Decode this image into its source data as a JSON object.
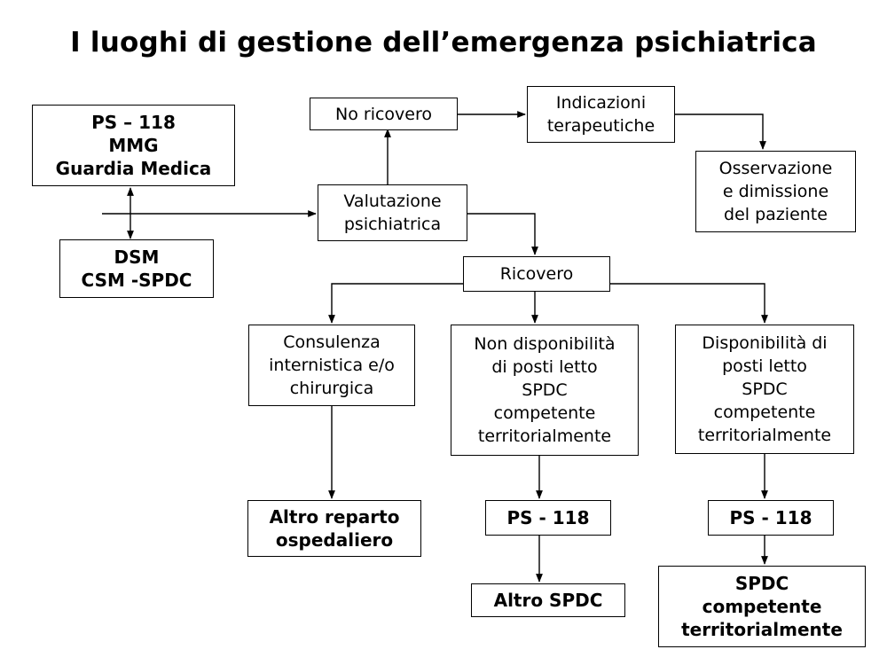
{
  "title": "I luoghi di gestione dell’emergenza psichiatrica",
  "nodes": {
    "ps118_mmg": [
      "PS – 118",
      "MMG",
      "Guardia Medica"
    ],
    "dsm": [
      "DSM",
      "CSM -SPDC"
    ],
    "no_ricovero": [
      "No ricovero"
    ],
    "indicazioni": [
      "Indicazioni",
      "terapeutiche"
    ],
    "osservazione": [
      "Osservazione",
      "e dimissione",
      "del paziente"
    ],
    "valutazione": [
      "Valutazione",
      "psichiatrica"
    ],
    "ricovero": [
      "Ricovero"
    ],
    "consulenza": [
      "Consulenza",
      "internistica e/o",
      "chirurgica"
    ],
    "non_disponibilita": [
      "Non disponibilità",
      "di posti letto",
      "SPDC",
      "competente",
      "territorialmente"
    ],
    "disponibilita": [
      "Disponibilità di",
      "posti letto",
      "SPDC",
      "competente",
      "territorialmente"
    ],
    "altro_reparto": [
      "Altro reparto",
      "ospedaliero"
    ],
    "ps118_b": [
      "PS - 118"
    ],
    "ps118_c": [
      "PS - 118"
    ],
    "altro_spdc": [
      "Altro SPDC"
    ],
    "spdc_competente": [
      "SPDC",
      "competente",
      "territorialmente"
    ]
  }
}
